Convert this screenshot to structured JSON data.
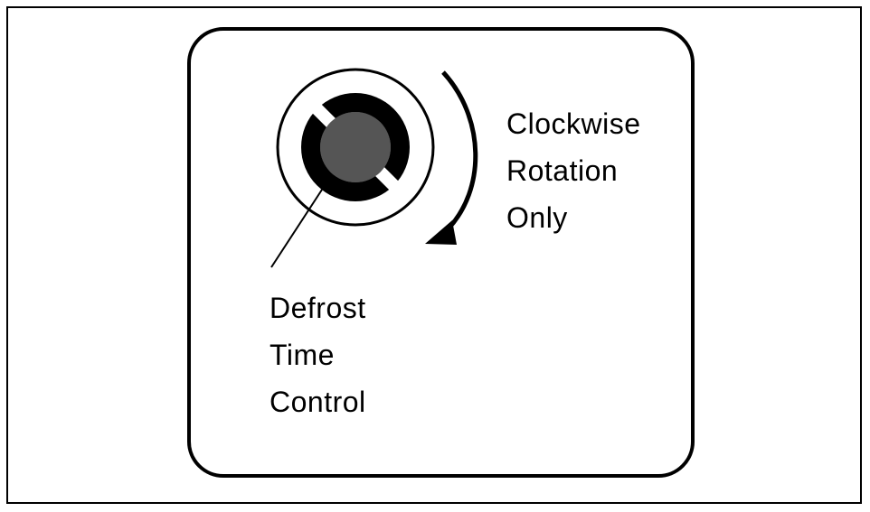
{
  "rotation_note": {
    "lines": [
      "Clockwise",
      "Rotation",
      "Only"
    ]
  },
  "control_name": {
    "lines": [
      "Defrost",
      "Time",
      "Control"
    ]
  },
  "colors": {
    "stroke": "#000000",
    "knob_center": "#555555",
    "background": "#ffffff"
  },
  "icons": {
    "knob": "timer-dial-knob",
    "arrow": "clockwise-arrow-icon"
  }
}
